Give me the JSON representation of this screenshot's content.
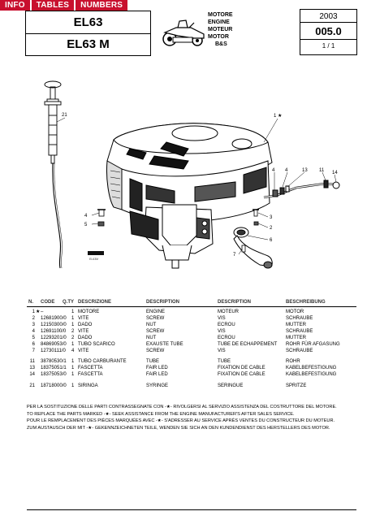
{
  "tabs": [
    {
      "label": "INFO"
    },
    {
      "label": "TABLES"
    },
    {
      "label": "NUMBERS"
    }
  ],
  "models": [
    "EL63",
    "EL63 M"
  ],
  "category": [
    "MOTORE",
    "ENGINE",
    "MOTEUR",
    "MOTOR",
    "B&S"
  ],
  "year": "2003",
  "code": "005.0",
  "page": "1 / 1",
  "stamp": "EL63M",
  "columns": [
    "N.",
    "CODE",
    "Q.TY",
    "DESCRIZIONE",
    "DESCRIPTION",
    "DESCRIPTION",
    "BESCHREIBUNG"
  ],
  "rows": [
    {
      "n": "1",
      "code": "–",
      "qty": "1",
      "it": "MOTORE",
      "en": "ENGINE",
      "fr": "MOTEUR",
      "de": "MOTOR",
      "star": true
    },
    {
      "n": "2",
      "code": "12681900/0",
      "qty": "1",
      "it": "VITE",
      "en": "SCREW",
      "fr": "VIS",
      "de": "SCHRAUBE"
    },
    {
      "n": "3",
      "code": "12150300/0",
      "qty": "1",
      "it": "DADO",
      "en": "NUT",
      "fr": "ECROU",
      "de": "MUTTER"
    },
    {
      "n": "4",
      "code": "12691100/0",
      "qty": "2",
      "it": "VITE",
      "en": "SCREW",
      "fr": "VIS",
      "de": "SCHRAUBE"
    },
    {
      "n": "5",
      "code": "12293201/0",
      "qty": "2",
      "it": "DADO",
      "en": "NUT",
      "fr": "ECROU",
      "de": "MUTTER"
    },
    {
      "n": "6",
      "code": "84869053/0",
      "qty": "1",
      "it": "TUBO SCARICO",
      "en": "EXAUSTE TUBE",
      "fr": "TUBE DE ECHAPPEMENT",
      "de": "ROHR FÜR AFGASUNG"
    },
    {
      "n": "7",
      "code": "12730111/0",
      "qty": "4",
      "it": "VITE",
      "en": "SCREW",
      "fr": "VIS",
      "de": "SCHRAUBE"
    },
    {
      "n": "11",
      "code": "38780530/1",
      "qty": "1",
      "it": "TUBO CARBURANTE",
      "en": "TUBE",
      "fr": "TUBE",
      "de": "ROHR"
    },
    {
      "n": "13",
      "code": "18375051/1",
      "qty": "1",
      "it": "FASCETTA",
      "en": "FAIR LED",
      "fr": "FIXATION DE CABLE",
      "de": "KABELBEFESTIGUNG"
    },
    {
      "n": "14",
      "code": "18375053/0",
      "qty": "1",
      "it": "FASCETTA",
      "en": "FAIR LED",
      "fr": "FIXATION DE CABLE",
      "de": "KABELBEFESTIGUNG"
    },
    {
      "n": "21",
      "code": "18718000/0",
      "qty": "1",
      "it": "SIRINGA",
      "en": "SYRINGE",
      "fr": "SERINGUE",
      "de": "SPRITZE"
    }
  ],
  "notes": [
    "PER LA SOSTITUZIONE DELLE PARTI CONTRASSEGNATE CON -★- RIVOLGERSI AL SERVIZIO ASSISTENZA DEL COSTRUTTORE DEL MOTORE.",
    "TO REPLACE THE PARTS MARKED -★- SEEK ASSISTANCE FROM THE ENGINE MANUFACTURER'S AFTER SALES SERVICE.",
    "POUR LE REMPLACEMENT DES PIÈCES MARQUÉES AVEC -★- S'ADRESSER AU SERVICE APRÈS VENTES DU CONSTRUCTEUR DU MOTEUR.",
    "ZUM AUSTAUSCH DER MIT -★- GEKENNZEICHNETEN TEILE, WENDEN SIE SICH AN DEN KUNDENDIENST DES HERSTELLERS DES MOTOR."
  ],
  "callouts": [
    "21",
    "1 ★",
    "4",
    "4",
    "13",
    "11",
    "14",
    "4",
    "5",
    "3",
    "2",
    "6",
    "7"
  ]
}
